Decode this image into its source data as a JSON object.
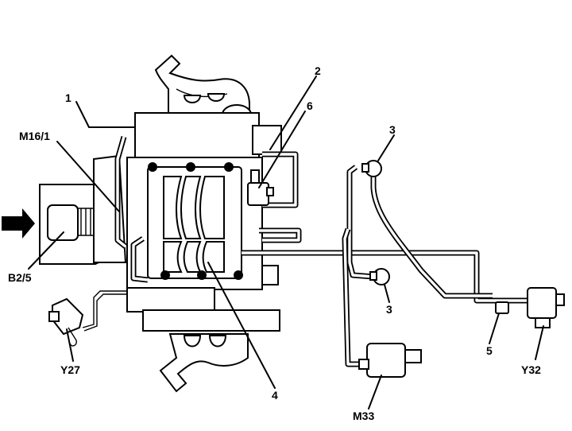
{
  "labels": {
    "l1": "1",
    "l2": "2",
    "l3a": "3",
    "l3b": "3",
    "l4": "4",
    "l5": "5",
    "l6": "6",
    "m16": "M16/1",
    "b25": "B2/5",
    "y27": "Y27",
    "y32": "Y32",
    "m33": "M33"
  }
}
